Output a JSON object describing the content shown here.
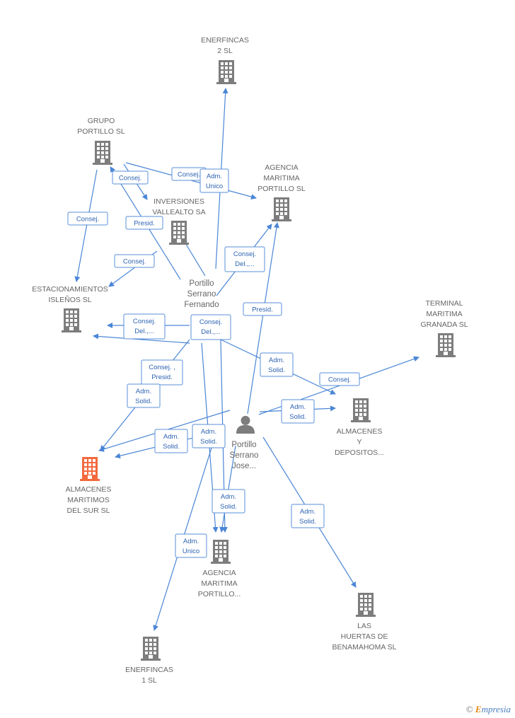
{
  "colors": {
    "edge": "#4a86d6",
    "company": "#7d7d7d",
    "focus_company": "#f26a3d",
    "person": "#7d7d7d"
  },
  "nodes": {
    "enerfincas2": {
      "lines": [
        "ENERFINCAS",
        "2 SL"
      ],
      "kind": "company",
      "icon": "building-icon"
    },
    "grupo": {
      "lines": [
        "GRUPO",
        "PORTILLO SL"
      ],
      "kind": "company",
      "icon": "building-icon"
    },
    "agencia_top": {
      "lines": [
        "AGENCIA",
        "MARITIMA",
        "PORTILLO SL"
      ],
      "kind": "company",
      "icon": "building-icon"
    },
    "inversiones": {
      "lines": [
        "INVERSIONES",
        "VALLEALTO SA"
      ],
      "kind": "company",
      "icon": "building-icon"
    },
    "estacionam": {
      "lines": [
        "ESTACIONAMIENTOS",
        "ISLEÑOS SL"
      ],
      "kind": "company",
      "icon": "building-icon"
    },
    "terminal": {
      "lines": [
        "TERMINAL",
        "MARITIMA",
        "GRANADA SL"
      ],
      "kind": "company",
      "icon": "building-icon"
    },
    "almacenes_dep": {
      "lines": [
        "ALMACENES",
        "Y",
        "DEPOSITOS..."
      ],
      "kind": "company",
      "icon": "building-icon"
    },
    "almacenes_sur": {
      "lines": [
        "ALMACENES",
        "MARITIMOS",
        "DEL SUR SL"
      ],
      "kind": "focus",
      "icon": "building-icon"
    },
    "agencia_bot": {
      "lines": [
        "AGENCIA",
        "MARITIMA",
        "PORTILLO..."
      ],
      "kind": "company",
      "icon": "building-icon"
    },
    "huertas": {
      "lines": [
        "LAS",
        "HUERTAS DE",
        "BENAMAHOMA SL"
      ],
      "kind": "company",
      "icon": "building-icon"
    },
    "enerfincas1": {
      "lines": [
        "ENERFINCAS",
        "1 SL"
      ],
      "kind": "company",
      "icon": "building-icon"
    },
    "fernando": {
      "lines": [
        "Portillo",
        "Serrano",
        "Fernando"
      ],
      "kind": "person",
      "icon": "person-icon"
    },
    "jose": {
      "lines": [
        "Portillo",
        "Serrano",
        "Jose..."
      ],
      "kind": "person",
      "icon": "person-icon"
    }
  },
  "edge_labels": {
    "consej_grupo_agencia": [
      "Consej."
    ],
    "adm_unico_enerfincas2": [
      "Adm.",
      "Unico"
    ],
    "consej_grupo_inv": [
      "Consej."
    ],
    "consej_grupo_estac": [
      "Consej."
    ],
    "presid_fern_grupo": [
      "Presid."
    ],
    "consej_inv_estac": [
      "Consej."
    ],
    "consej_del_fern_agencia": [
      "Consej.",
      "Del.,..."
    ],
    "presid_jose_agencia": [
      "Presid."
    ],
    "consej_del_estac": [
      "Consej.",
      "Del.,..."
    ],
    "consej_del_fern_center": [
      "Consej.",
      "Del.,..."
    ],
    "adm_solid_fern_dep": [
      "Adm.",
      "Solid."
    ],
    "consej_terminal": [
      "Consej."
    ],
    "consej_presid_sur": [
      "Consej. ,",
      "Presid."
    ],
    "adm_solid_sur_fern": [
      "Adm.",
      "Solid."
    ],
    "adm_solid_jose_dep": [
      "Adm.",
      "Solid."
    ],
    "adm_solid_jose_sur": [
      "Adm.",
      "Solid."
    ],
    "adm_solid_jose_agb": [
      "Adm.",
      "Solid."
    ],
    "adm_solid_agb2": [
      "Adm.",
      "Solid."
    ],
    "adm_solid_huertas": [
      "Adm.",
      "Solid."
    ],
    "adm_unico_enerfincas1": [
      "Adm.",
      "Unico"
    ]
  },
  "footer": {
    "copyright": "©",
    "brand_first": "E",
    "brand_rest": "mpresia"
  }
}
